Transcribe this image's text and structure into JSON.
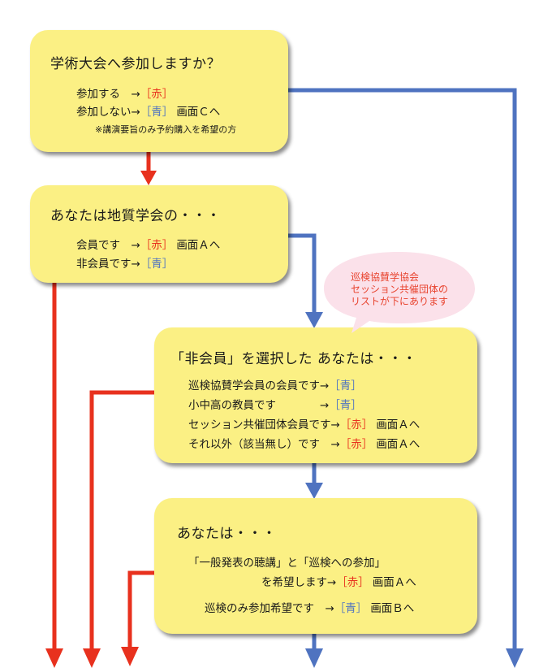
{
  "colors": {
    "box_fill": "#fbf084",
    "red": "#e8311e",
    "blue": "#4f73c0",
    "bubble_fill": "#fbe1ea",
    "bubble_text": "#e8432e"
  },
  "box1": {
    "title": "学術大会へ参加しますか？",
    "lines": [
      {
        "label": "参加する　→",
        "tag": "［赤］",
        "tag_color": "red",
        "suffix": ""
      },
      {
        "label": "参加しない→",
        "tag": "［青］",
        "tag_color": "blue",
        "suffix": "画面Ｃへ"
      }
    ],
    "note": "※講演要旨のみ予約購入を希望の方"
  },
  "box2": {
    "title": "あなたは地質学会の・・・",
    "lines": [
      {
        "label": "会員です　→",
        "tag": "［赤］",
        "tag_color": "red",
        "suffix": "画面Ａへ"
      },
      {
        "label": "非会員です→",
        "tag": "［青］",
        "tag_color": "blue",
        "suffix": ""
      }
    ]
  },
  "bubble": {
    "lines": [
      "巡検協賛学協会",
      "セッション共催団体の",
      "リストが下にあります"
    ]
  },
  "box3": {
    "title": "「非会員」を選択した あなたは・・・",
    "lines": [
      {
        "label": "巡検協賛学会員の会員です→",
        "tag": "［青］",
        "tag_color": "blue",
        "suffix": ""
      },
      {
        "label": "小中高の教員です　　　　→",
        "tag": "［青］",
        "tag_color": "blue",
        "suffix": ""
      },
      {
        "label": "セッション共催団体会員です→",
        "tag": "［赤］",
        "tag_color": "red",
        "suffix": "画面Ａへ"
      },
      {
        "label": "それ以外（該当無し）です　→",
        "tag": "［赤］",
        "tag_color": "red",
        "suffix": "画面Ａへ"
      }
    ]
  },
  "box4": {
    "title": "あなたは・・・",
    "line1": "「一般発表の聴講」と「巡検への参加」",
    "lines": [
      {
        "label": "を希望します→",
        "tag": "［赤］",
        "tag_color": "red",
        "suffix": "画面Ａへ"
      },
      {
        "label": "巡検のみ参加希望です　→",
        "tag": "［青］",
        "tag_color": "blue",
        "suffix": "画面Ｂへ"
      }
    ]
  },
  "connectors": [
    {
      "from": "box1",
      "to": "box2",
      "color": "red",
      "meaning": "参加する"
    },
    {
      "from": "box1",
      "to": "exit-right",
      "color": "blue",
      "meaning": "参加しない → 画面C"
    },
    {
      "from": "box2",
      "to": "exit-left",
      "color": "red",
      "meaning": "会員 → 画面A"
    },
    {
      "from": "box2",
      "to": "box3",
      "color": "blue",
      "meaning": "非会員"
    },
    {
      "from": "box3",
      "to": "exit-left",
      "color": "red",
      "meaning": "共催団体会員/該当無し → 画面A"
    },
    {
      "from": "box3",
      "to": "box4",
      "color": "blue",
      "meaning": "巡検協賛学会員/教員"
    },
    {
      "from": "box4",
      "to": "exit-left",
      "color": "red",
      "meaning": "聴講と巡検 → 画面A"
    },
    {
      "from": "box4",
      "to": "exit-bottom",
      "color": "blue",
      "meaning": "巡検のみ → 画面B"
    }
  ]
}
